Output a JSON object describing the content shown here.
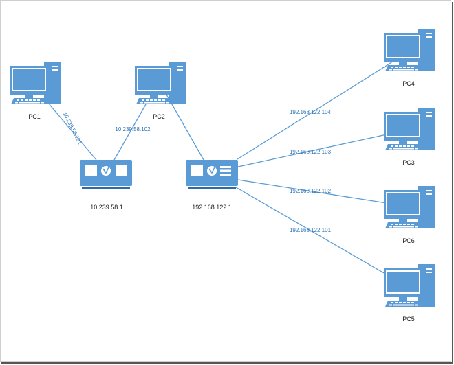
{
  "colors": {
    "device_blue": "#5b9bd5",
    "device_dark": "#2e6da4",
    "link": "#5b9bd5",
    "ip_text": "#2f75b5",
    "label_text": "#1a1a1a"
  },
  "nodes": {
    "pc1": {
      "label": "PC1",
      "icon": "desktop-computer-icon"
    },
    "pc2": {
      "label": "PC2",
      "icon": "desktop-computer-icon"
    },
    "pc3": {
      "label": "PC3",
      "icon": "desktop-computer-icon"
    },
    "pc4": {
      "label": "PC4",
      "icon": "desktop-computer-icon"
    },
    "pc5": {
      "label": "PC5",
      "icon": "desktop-computer-icon"
    },
    "pc6": {
      "label": "PC6",
      "icon": "desktop-computer-icon"
    },
    "router_a": {
      "label": "10.239.58.1",
      "icon": "router-icon"
    },
    "router_b": {
      "label": "192.168.122.1",
      "icon": "router-icon"
    }
  },
  "links": {
    "pc1_router_a": "10.239.58.101",
    "pc2_router_a": "10.239.58.102",
    "router_b_pc4": "192.168.122.104",
    "router_b_pc3": "192.168.122.103",
    "router_b_pc6": "192.168.122.102",
    "router_b_pc5": "192.168.122.101"
  }
}
